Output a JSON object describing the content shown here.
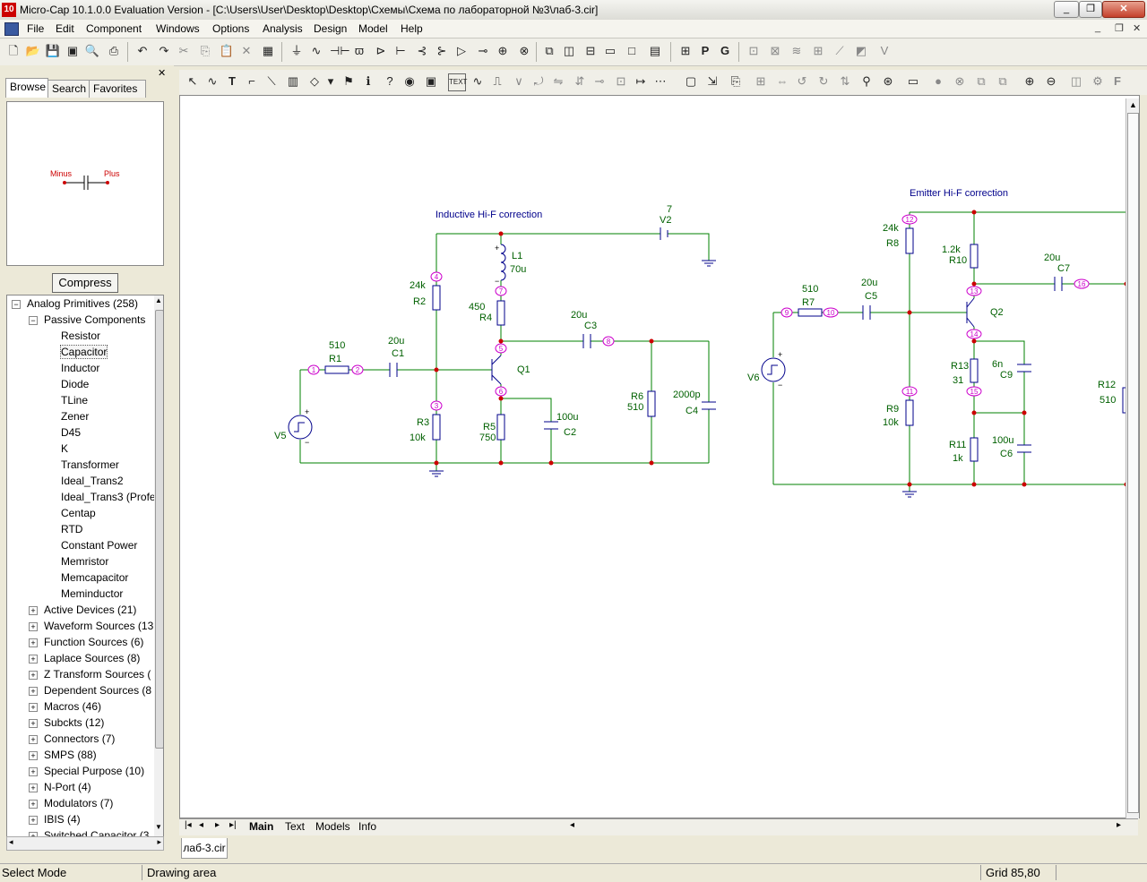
{
  "window": {
    "title": "Micro-Cap 10.1.0.0 Evaluation Version - [C:\\Users\\User\\Desktop\\Desktop\\Схемы\\Схема по лабораторной №3\\лаб-3.cir]",
    "app_icon": "10"
  },
  "menu": [
    "File",
    "Edit",
    "Component",
    "Windows",
    "Options",
    "Analysis",
    "Design",
    "Model",
    "Help"
  ],
  "left_panel": {
    "tabs": [
      "Browse",
      "Search",
      "Favorites"
    ],
    "preview_labels": {
      "minus": "Minus",
      "plus": "Plus"
    },
    "compress_label": "Compress",
    "tree": {
      "root": "Analog Primitives (258)",
      "group": "Passive Components",
      "items": [
        "Resistor",
        "Capacitor",
        "Inductor",
        "Diode",
        "TLine",
        "Zener",
        "D45",
        "K",
        "Transformer",
        "Ideal_Trans2",
        "Ideal_Trans3 (Profe",
        "Centap",
        "RTD",
        "Constant Power",
        "Memristor",
        "Memcapacitor",
        "Meminductor"
      ],
      "selected": "Capacitor",
      "categories": [
        "Active Devices (21)",
        "Waveform Sources (13",
        "Function Sources (6)",
        "Laplace Sources (8)",
        "Z Transform Sources (",
        "Dependent Sources (8",
        "Macros (46)",
        "Subckts (12)",
        "Connectors (7)",
        "SMPS (88)",
        "Special Purpose (10)",
        "N-Port (4)",
        "Modulators (7)",
        "IBIS (4)",
        "Switched Capacitor (3"
      ]
    }
  },
  "schematic": {
    "title1": "Inductive Hi-F correction",
    "title2": "Emitter Hi-F correction",
    "labels": {
      "V2name": "V2",
      "V2val": "7",
      "L1": "L1",
      "L1v": "70u",
      "R2": "R2",
      "R2v": "24k",
      "R4": "R4",
      "R4v": "450",
      "C3": "C3",
      "C3v": "20u",
      "R1": "R1",
      "R1v": "510",
      "C1": "C1",
      "C1v": "20u",
      "Q1": "Q1",
      "R3": "R3",
      "R3v": "10k",
      "R5": "R5",
      "R5v": "750",
      "C2": "C2",
      "C2v": "100u",
      "R6": "R6",
      "R6v": "510",
      "C4": "C4",
      "C4v": "2000p",
      "V5": "V5",
      "R8": "R8",
      "R8v": "24k",
      "R10": "R10",
      "R10v": "1.2k",
      "C7": "C7",
      "C7v": "20u",
      "R7": "R7",
      "R7v": "510",
      "C5": "C5",
      "C5v": "20u",
      "Q2": "Q2",
      "R13": "R13",
      "R13v": "31",
      "C9": "C9",
      "C9v": "6n",
      "R9": "R9",
      "R9v": "10k",
      "R11": "R11",
      "R11v": "1k",
      "C6": "C6",
      "C6v": "100u",
      "R12": "R12",
      "R12v": "510",
      "V6": "V6"
    },
    "nodes": [
      "1",
      "2",
      "3",
      "4",
      "5",
      "6",
      "7",
      "8",
      "9",
      "10",
      "11",
      "12",
      "13",
      "14",
      "15",
      "16"
    ]
  },
  "bottom_tabs": [
    "Main",
    "Text",
    "Models",
    "Info"
  ],
  "file_tab": "лаб-3.cir",
  "status": {
    "mode": "Select Mode",
    "area": "Drawing area",
    "grid": "Grid 85,80"
  }
}
